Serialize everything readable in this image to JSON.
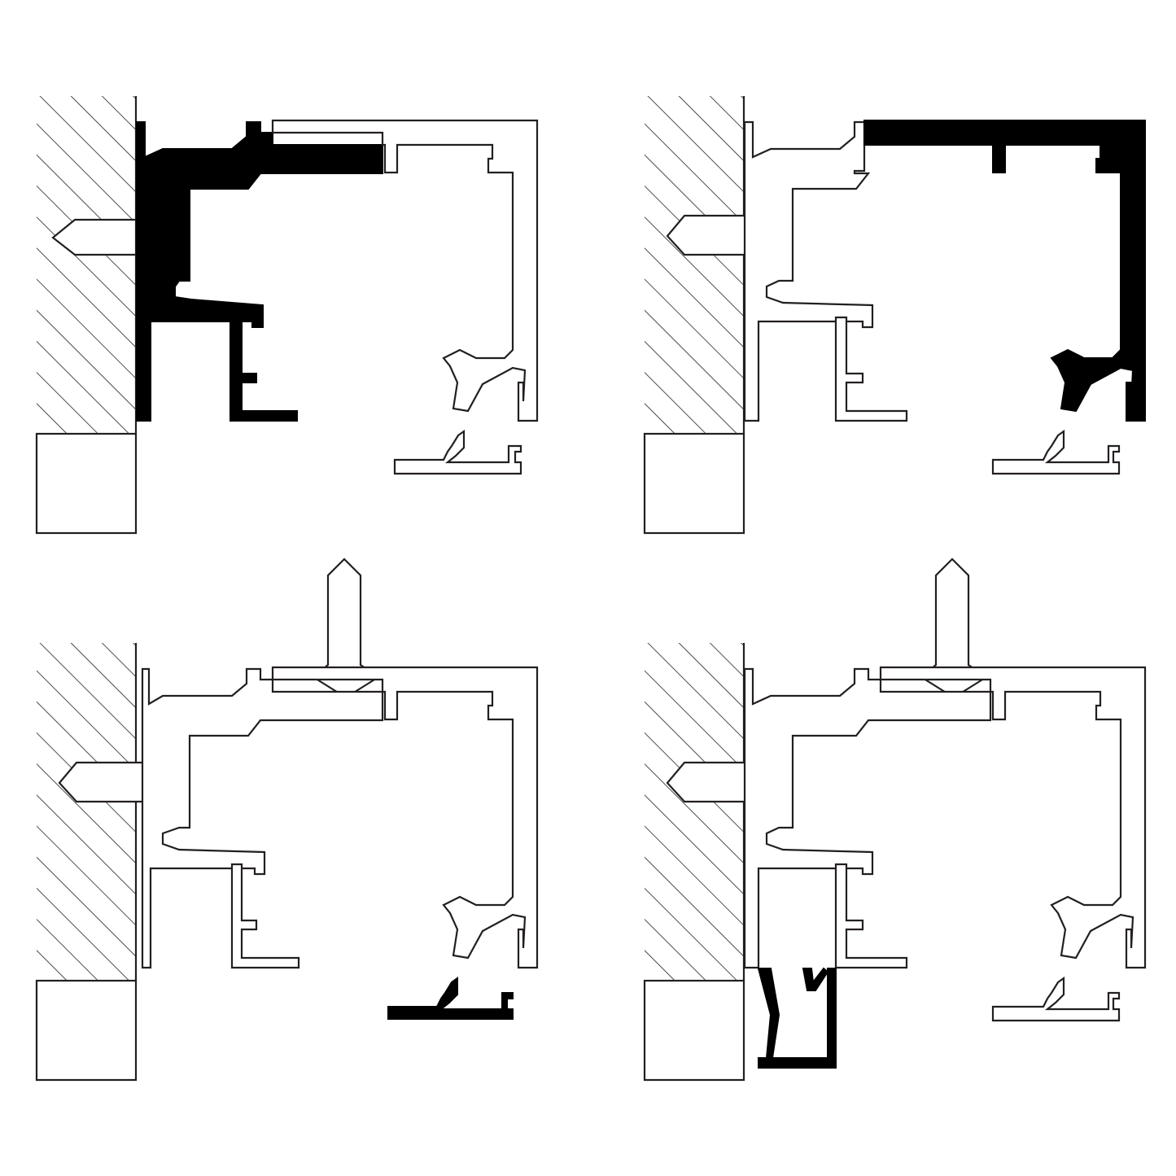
{
  "figure": {
    "panels": [
      {
        "position": "top-left",
        "highlighted_part": "wall-mount-bracket"
      },
      {
        "position": "top-right",
        "highlighted_part": "cover-profile"
      },
      {
        "position": "bottom-left",
        "highlighted_part": "bottom-clip-strip"
      },
      {
        "position": "bottom-right",
        "highlighted_part": "light-gap-profile"
      }
    ],
    "colors": {
      "line": "#231f20",
      "highlight": "#000000",
      "background": "#ffffff"
    }
  }
}
